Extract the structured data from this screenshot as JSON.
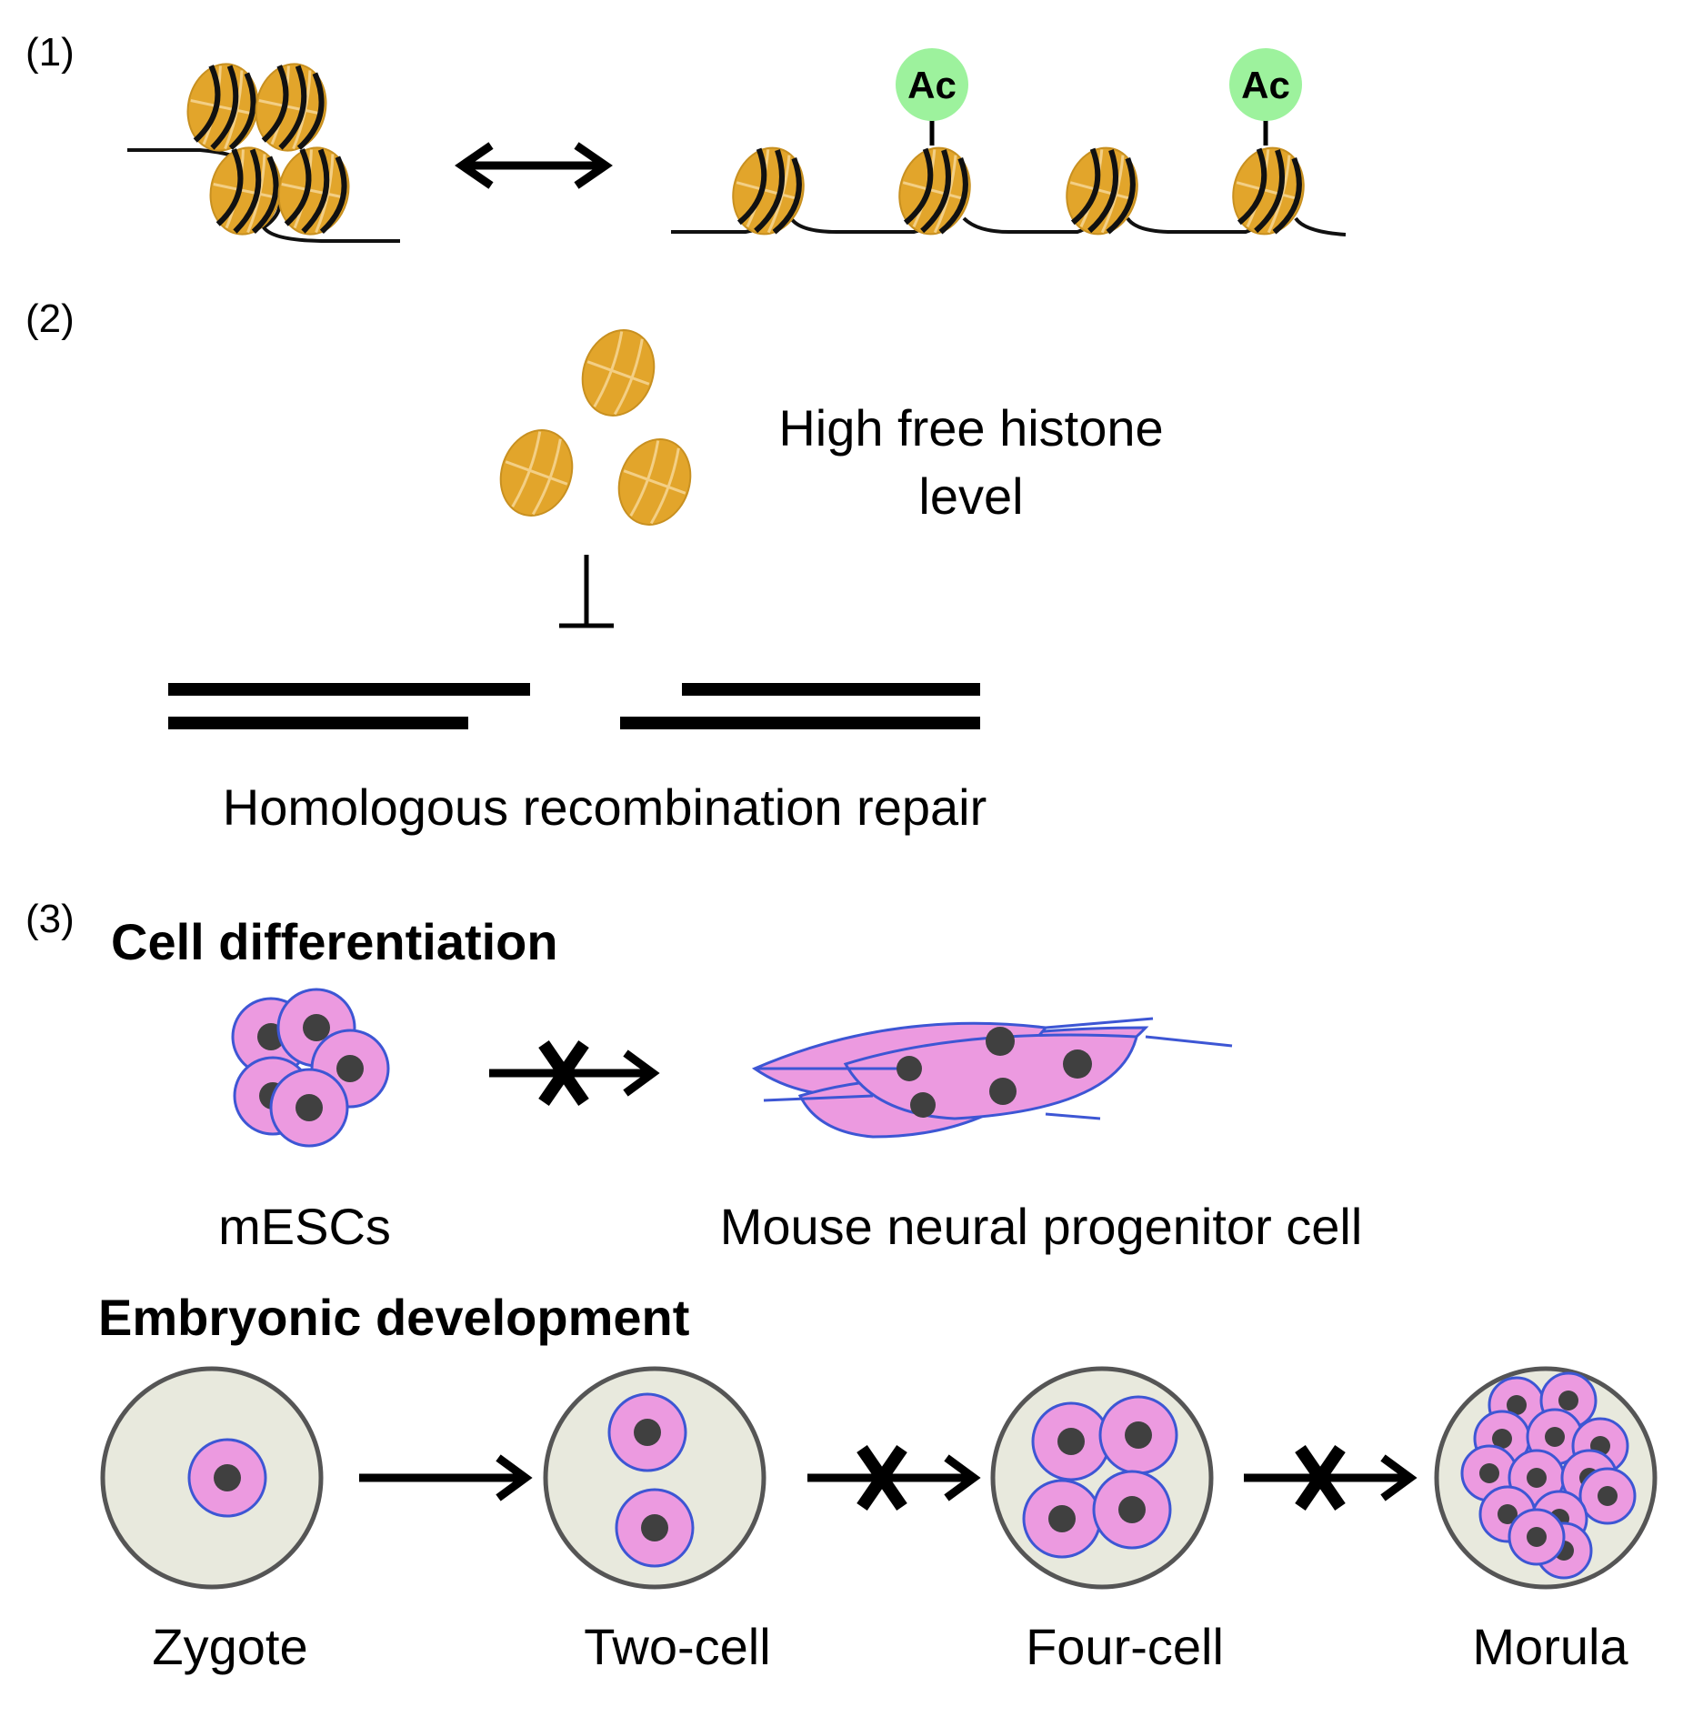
{
  "panels": {
    "p1": {
      "label": "(1)",
      "ac_label": "Ac"
    },
    "p2": {
      "label": "(2)",
      "histone_text_line1": "High free histone",
      "histone_text_line2": "level",
      "repair_label": "Homologous recombination repair"
    },
    "p3": {
      "label": "(3)",
      "cell_diff_title": "Cell differentiation",
      "mescs_label": "mESCs",
      "npc_label": "Mouse neural progenitor cell",
      "embryo_title": "Embryonic development",
      "stages": [
        "Zygote",
        "Two-cell",
        "Four-cell",
        "Morula"
      ]
    }
  },
  "colors": {
    "histone": "#e2a52b",
    "histone_dark": "#b98418",
    "ac_circle": "#9df29d",
    "cell_pink": "#ec9ae0",
    "cell_edge": "#3d56d4",
    "nucleus": "#404040",
    "embryo_fill": "#e8e9dd",
    "embryo_edge": "#555555"
  }
}
